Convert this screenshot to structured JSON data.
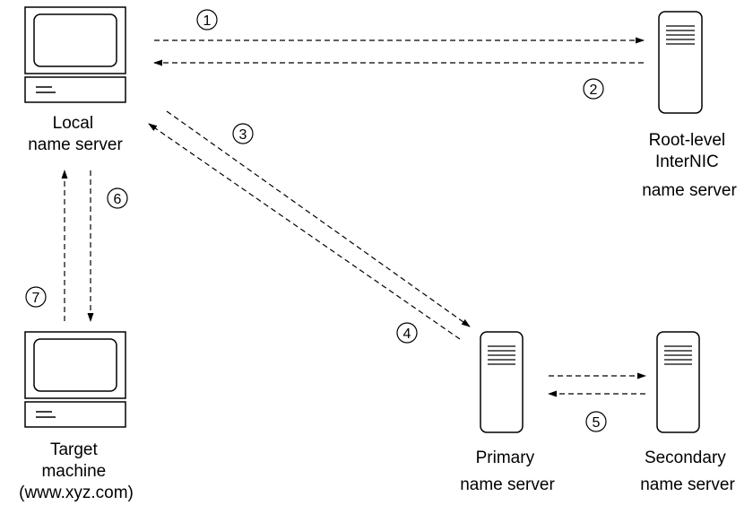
{
  "nodes": {
    "local": {
      "lines": [
        "Local",
        "name server"
      ]
    },
    "root": {
      "lines": [
        "Root-level",
        "InterNIC",
        "name server"
      ]
    },
    "target": {
      "lines": [
        "Target",
        "machine",
        "(www.xyz.com)"
      ]
    },
    "primary": {
      "lines": [
        "Primary",
        "name server"
      ]
    },
    "secondary": {
      "lines": [
        "Secondary",
        "name server"
      ]
    }
  },
  "steps": [
    "1",
    "2",
    "3",
    "4",
    "5",
    "6",
    "7"
  ]
}
